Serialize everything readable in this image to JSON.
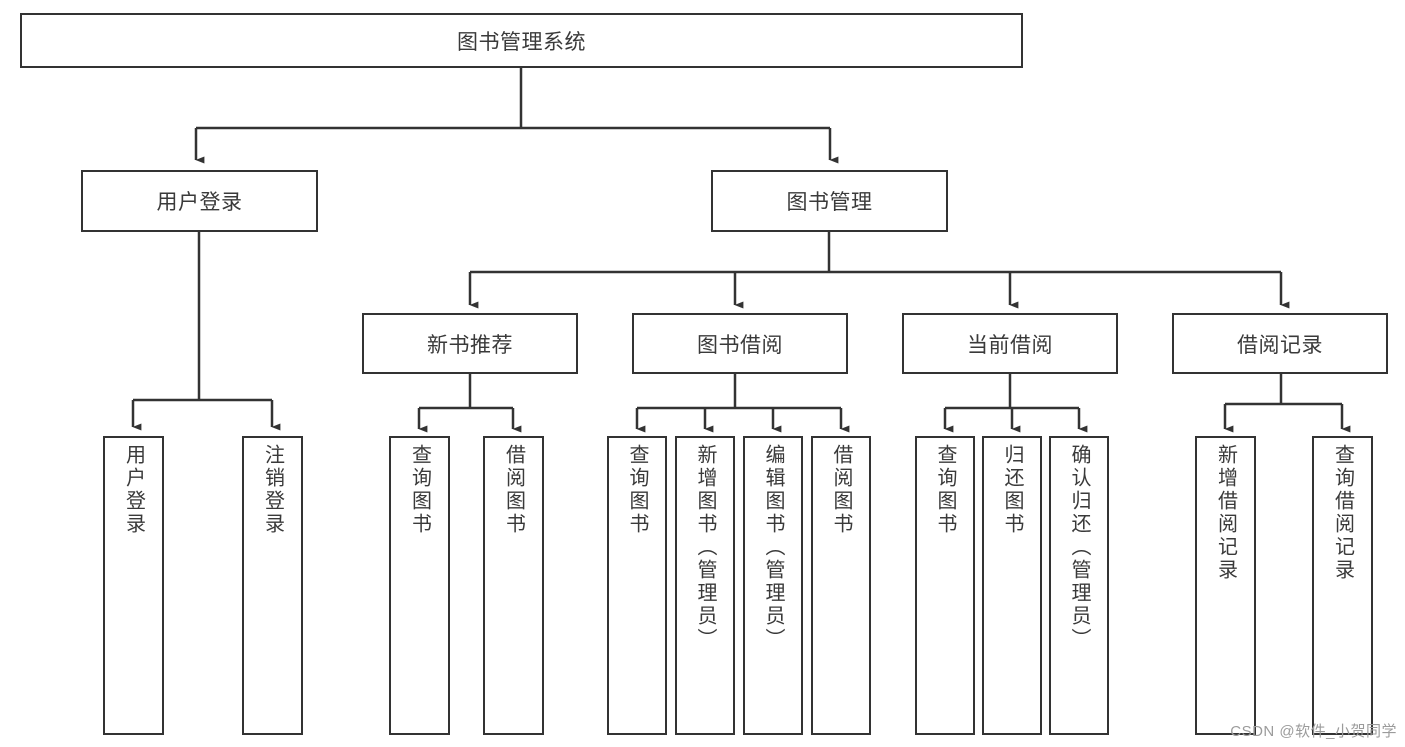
{
  "diagram": {
    "type": "hierarchy-tree",
    "title": "图书管理系统",
    "watermark": "CSDN @软件_小贺同学",
    "root": {
      "label": "图书管理系统"
    },
    "level2": [
      {
        "label": "用户登录"
      },
      {
        "label": "图书管理"
      }
    ],
    "level3": [
      {
        "label": "新书推荐"
      },
      {
        "label": "图书借阅"
      },
      {
        "label": "当前借阅"
      },
      {
        "label": "借阅记录"
      }
    ],
    "leaves": {
      "user_login": [
        {
          "label": "用户登录"
        },
        {
          "label": "注销登录"
        }
      ],
      "new_book_recommend": [
        {
          "label": "查询图书"
        },
        {
          "label": "借阅图书"
        }
      ],
      "book_borrow": [
        {
          "label": "查询图书"
        },
        {
          "label": "新增图书（管理员）"
        },
        {
          "label": "编辑图书（管理员）"
        },
        {
          "label": "借阅图书"
        }
      ],
      "current_borrow": [
        {
          "label": "查询图书"
        },
        {
          "label": "归还图书"
        },
        {
          "label": "确认归还（管理员）"
        }
      ],
      "borrow_record": [
        {
          "label": "新增借阅记录"
        },
        {
          "label": "查询借阅记录"
        }
      ]
    },
    "colors": {
      "stroke": "#333333",
      "text": "#3a3a3a",
      "background": "#ffffff",
      "watermark": "#9b9b9b"
    }
  }
}
